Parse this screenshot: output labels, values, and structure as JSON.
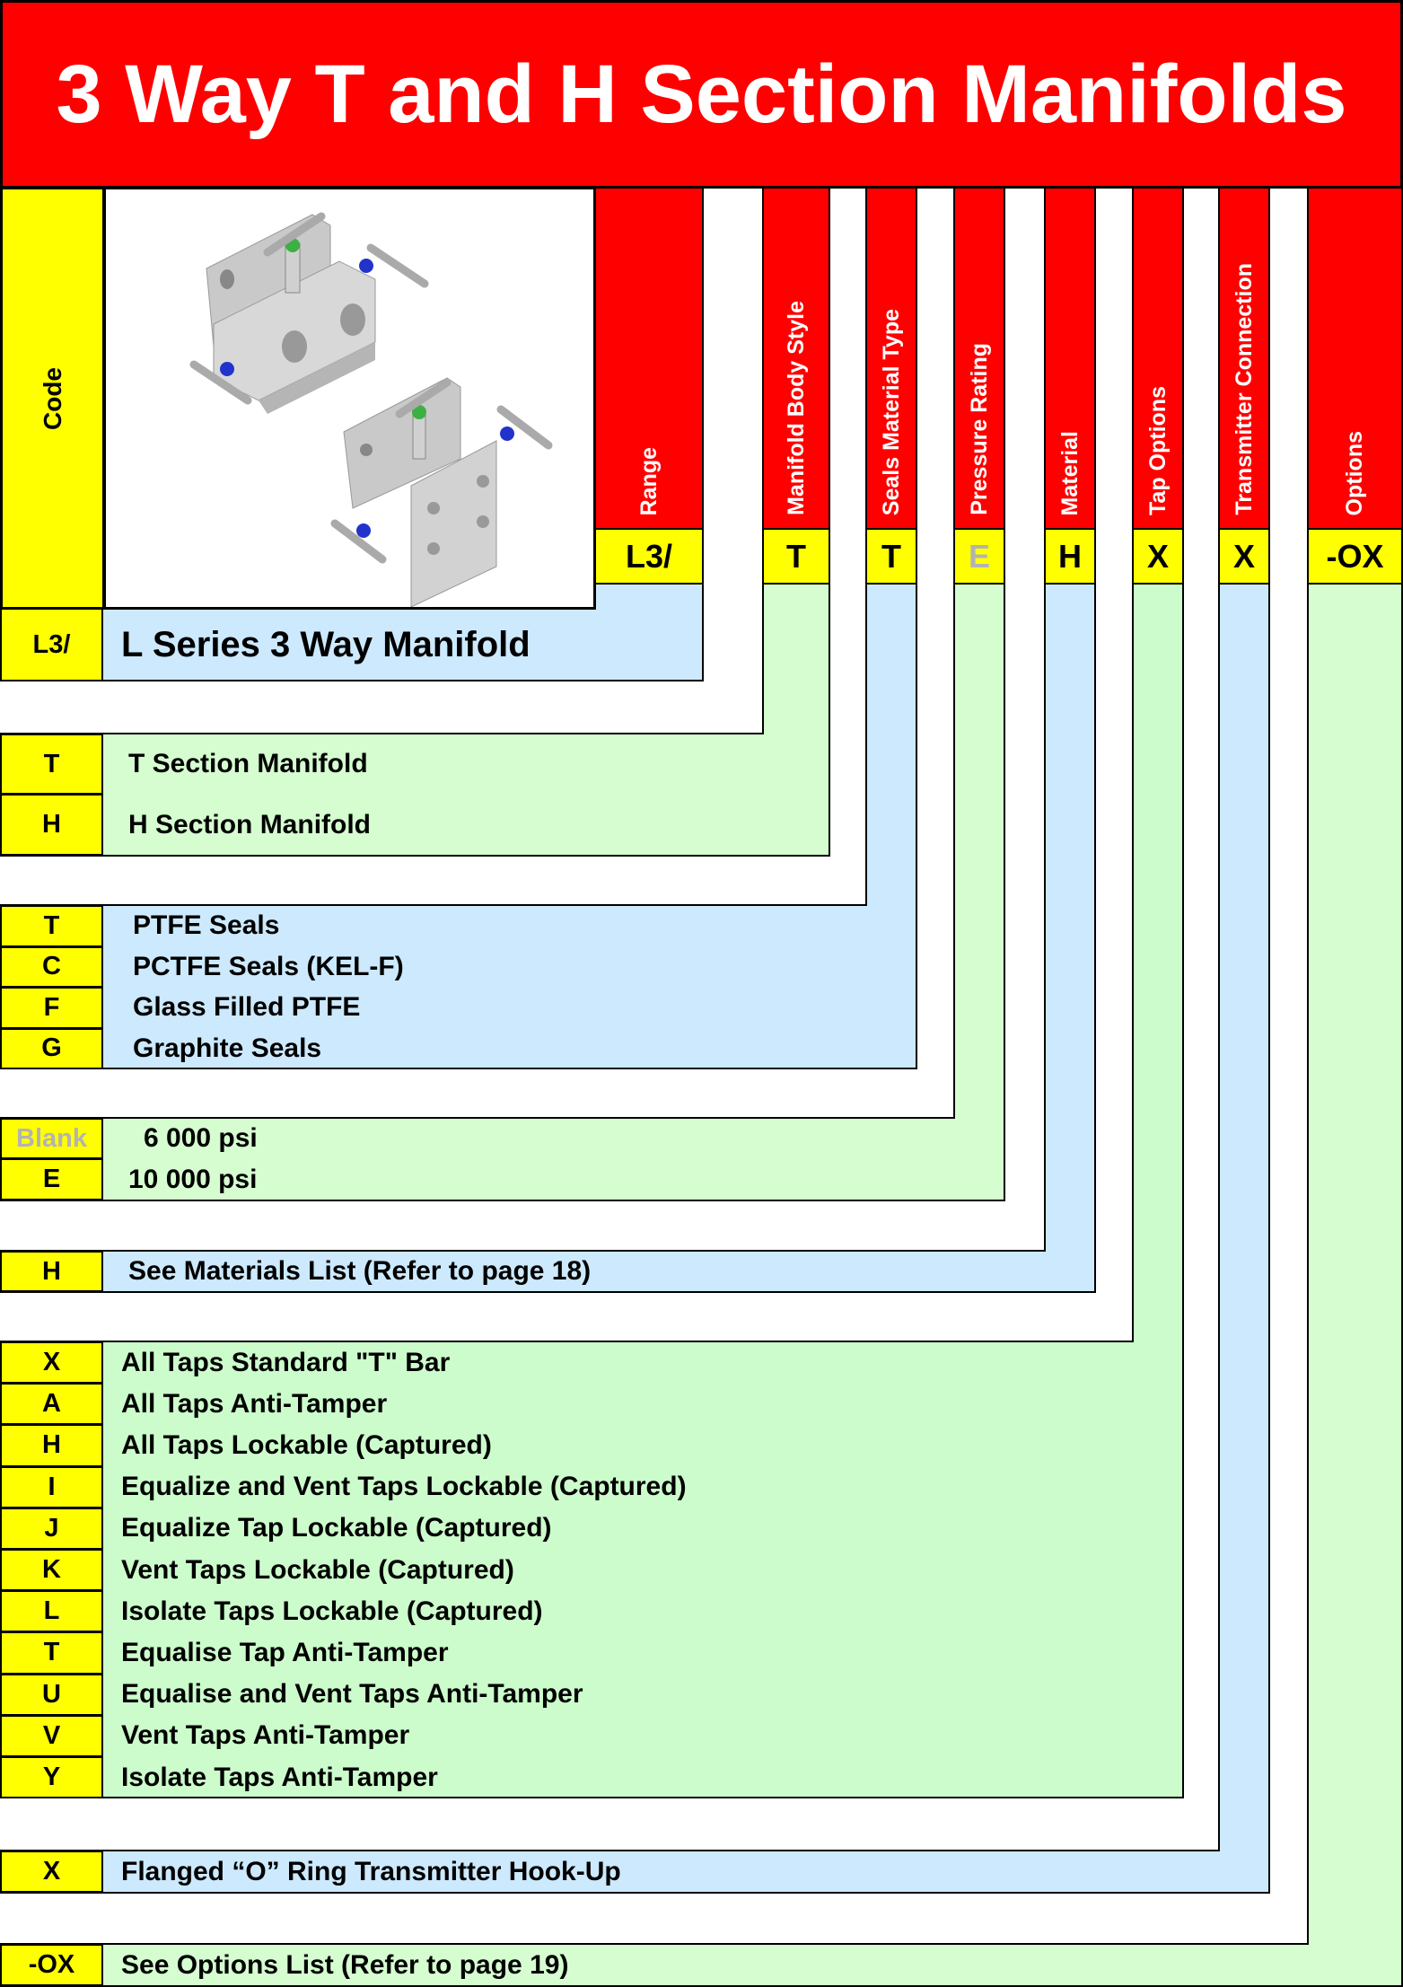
{
  "title": "3 Way T and H Section Manifolds",
  "colors": {
    "header_red": "#ff0000",
    "code_yellow": "#ffff00",
    "band_blue": "#cce9fd",
    "band_green": "#d5fdd0",
    "blank_gray": "#b3b3b3"
  },
  "code_label": "Code",
  "product_image": "manifold-3d-renders (T section and H section)",
  "columns": [
    {
      "label": "Range",
      "code": "L3/"
    },
    {
      "label": "Manifold Body Style",
      "code": "T"
    },
    {
      "label": "Seals Material Type",
      "code": "T"
    },
    {
      "label": "Pressure Rating",
      "code": "E"
    },
    {
      "label": "Material",
      "code": "H"
    },
    {
      "label": "Tap Options",
      "code": "X"
    },
    {
      "label": "Transmitter Connection",
      "code": "X"
    },
    {
      "label": "Options",
      "code": "-OX"
    }
  ],
  "sections": {
    "range": [
      {
        "code": "L3/",
        "text": "L Series 3 Way Manifold"
      }
    ],
    "body_style": [
      {
        "code": "T",
        "text": "T Section Manifold"
      },
      {
        "code": "H",
        "text": "H Section Manifold"
      }
    ],
    "seals": [
      {
        "code": "T",
        "text": "PTFE Seals"
      },
      {
        "code": "C",
        "text": "PCTFE Seals (KEL-F)"
      },
      {
        "code": "F",
        "text": "Glass Filled PTFE"
      },
      {
        "code": "G",
        "text": "Graphite Seals"
      }
    ],
    "pressure": [
      {
        "code": "Blank",
        "text": "6 000 psi"
      },
      {
        "code": "E",
        "text": "10 000 psi"
      }
    ],
    "material": [
      {
        "code": "H",
        "text": "See Materials List (Refer to page 18)"
      }
    ],
    "tap_options": [
      {
        "code": "X",
        "text": "All Taps Standard \"T\" Bar"
      },
      {
        "code": "A",
        "text": "All Taps Anti-Tamper"
      },
      {
        "code": "H",
        "text": "All Taps Lockable (Captured)"
      },
      {
        "code": "I",
        "text": "Equalize and Vent Taps Lockable (Captured)"
      },
      {
        "code": "J",
        "text": "Equalize Tap Lockable (Captured)"
      },
      {
        "code": "K",
        "text": "Vent Taps Lockable (Captured)"
      },
      {
        "code": "L",
        "text": "Isolate Taps Lockable (Captured)"
      },
      {
        "code": "T",
        "text": "Equalise Tap Anti-Tamper"
      },
      {
        "code": "U",
        "text": "Equalise and Vent Taps Anti-Tamper"
      },
      {
        "code": "V",
        "text": "Vent Taps Anti-Tamper"
      },
      {
        "code": "Y",
        "text": "Isolate Taps Anti-Tamper"
      }
    ],
    "transmitter": [
      {
        "code": "X",
        "text": "Flanged “O” Ring Transmitter Hook-Up"
      }
    ],
    "options": [
      {
        "code": "-OX",
        "text": "See Options List (Refer to page 19)"
      }
    ]
  }
}
